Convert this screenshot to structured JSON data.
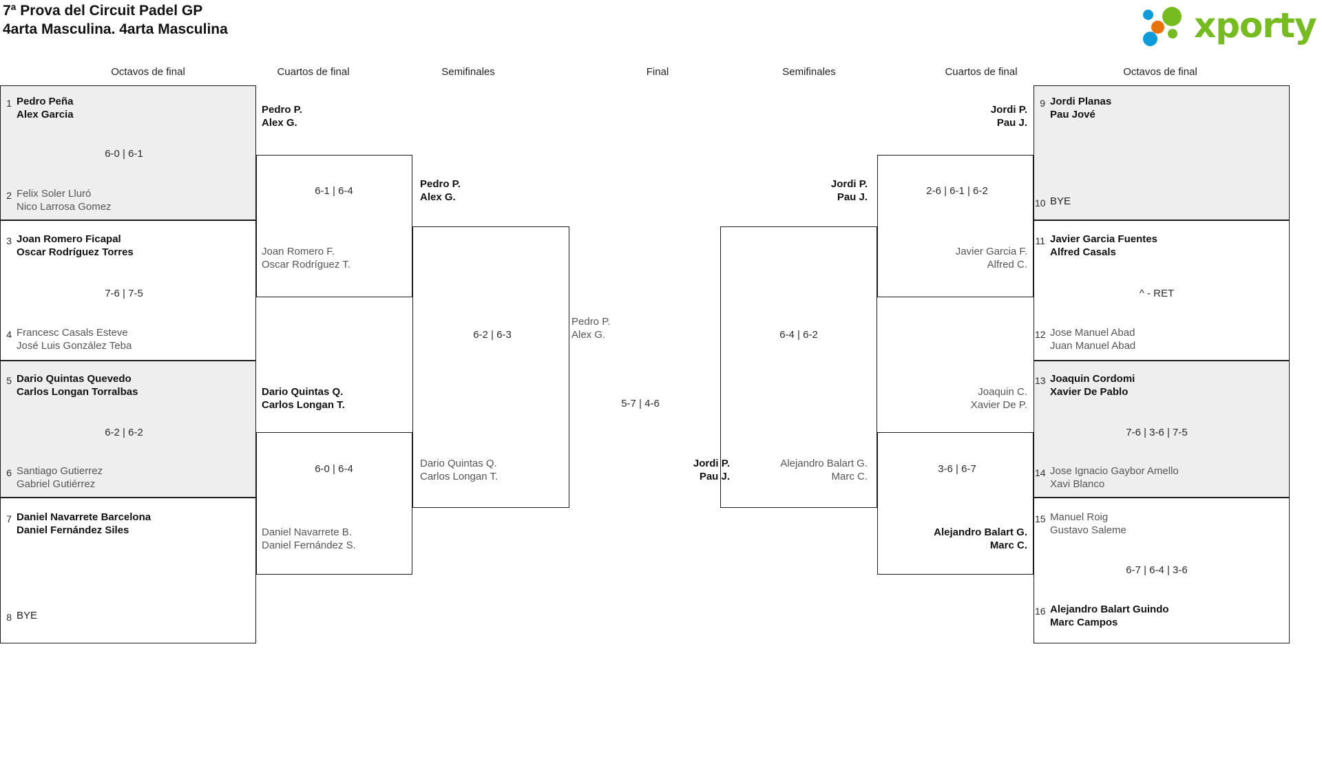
{
  "header": {
    "title_line1": "7ª Prova del Circuit Padel GP",
    "title_line2": "4arta Masculina. 4arta Masculina",
    "logo_text": "xporty",
    "logo_colors": {
      "green": "#76bc21",
      "blue": "#0f9ada",
      "orange": "#e8720c"
    }
  },
  "round_headers": {
    "left_r16": "Octavos de final",
    "left_qf": "Cuartos de final",
    "left_sf": "Semifinales",
    "final": "Final",
    "right_sf": "Semifinales",
    "right_qf": "Cuartos de final",
    "right_r16": "Octavos de final"
  },
  "bye_label": "BYE",
  "left": {
    "r16": [
      {
        "seed": "1",
        "p1": "Pedro Peña",
        "p2": "Alex Garcia",
        "winner": true
      },
      {
        "seed": "2",
        "p1": "Felix Soler Lluró",
        "p2": "Nico Larrosa Gomez",
        "winner": false
      },
      {
        "seed": "3",
        "p1": "Joan Romero Ficapal",
        "p2": "Oscar Rodríguez Torres",
        "winner": true
      },
      {
        "seed": "4",
        "p1": "Francesc Casals Esteve",
        "p2": "José Luis González Teba",
        "winner": false
      },
      {
        "seed": "5",
        "p1": "Dario Quintas Quevedo",
        "p2": "Carlos Longan Torralbas",
        "winner": true
      },
      {
        "seed": "6",
        "p1": "Santiago Gutierrez",
        "p2": "Gabriel Gutiérrez",
        "winner": false
      },
      {
        "seed": "7",
        "p1": "Daniel Navarrete Barcelona",
        "p2": "Daniel Fernández Siles",
        "winner": true
      },
      {
        "seed": "8",
        "p1": "BYE",
        "p2": "",
        "winner": false,
        "is_bye": true
      }
    ],
    "r16_scores": [
      "6-0 | 6-1",
      "7-6 | 7-5",
      "6-2 | 6-2",
      ""
    ],
    "qf": [
      {
        "p1": "Pedro P.",
        "p2": "Alex G.",
        "winner": true
      },
      {
        "p1": "Joan Romero F.",
        "p2": "Oscar Rodríguez T.",
        "winner": false
      },
      {
        "p1": "Dario Quintas Q.",
        "p2": "Carlos Longan T.",
        "winner": true
      },
      {
        "p1": "Daniel Navarrete B.",
        "p2": "Daniel Fernández S.",
        "winner": false
      }
    ],
    "qf_scores": [
      "6-1 | 6-4",
      "6-0 | 6-4"
    ],
    "sf": [
      {
        "p1": "Pedro P.",
        "p2": "Alex G.",
        "winner": true
      },
      {
        "p1": "Dario Quintas Q.",
        "p2": "Carlos Longan T.",
        "winner": false
      }
    ],
    "sf_scores": [
      "6-2 | 6-3"
    ]
  },
  "right": {
    "r16": [
      {
        "seed": "9",
        "p1": "Jordi Planas",
        "p2": "Pau Jové",
        "winner": true
      },
      {
        "seed": "10",
        "p1": "BYE",
        "p2": "",
        "winner": false,
        "is_bye": true
      },
      {
        "seed": "11",
        "p1": "Javier Garcia Fuentes",
        "p2": "Alfred Casals",
        "winner": true
      },
      {
        "seed": "12",
        "p1": "Jose Manuel Abad",
        "p2": "Juan Manuel Abad",
        "winner": false
      },
      {
        "seed": "13",
        "p1": "Joaquin Cordomi",
        "p2": "Xavier De Pablo",
        "winner": true
      },
      {
        "seed": "14",
        "p1": "Jose Ignacio Gaybor Amello",
        "p2": "Xavi Blanco",
        "winner": false
      },
      {
        "seed": "15",
        "p1": "Manuel Roig",
        "p2": "Gustavo Saleme",
        "winner": false
      },
      {
        "seed": "16",
        "p1": "Alejandro Balart Guindo",
        "p2": "Marc Campos",
        "winner": true
      }
    ],
    "r16_scores": [
      "",
      "^ - RET",
      "7-6 | 3-6 | 7-5",
      "6-7 | 6-4 | 3-6"
    ],
    "qf": [
      {
        "p1": "Jordi P.",
        "p2": "Pau J.",
        "winner": true
      },
      {
        "p1": "Javier Garcia F.",
        "p2": "Alfred C.",
        "winner": false
      },
      {
        "p1": "Joaquin C.",
        "p2": "Xavier De P.",
        "winner": false
      },
      {
        "p1": "Alejandro Balart G.",
        "p2": "Marc C.",
        "winner": true
      }
    ],
    "qf_scores": [
      "2-6 | 6-1 | 6-2",
      "3-6 | 6-7"
    ],
    "sf": [
      {
        "p1": "Jordi P.",
        "p2": "Pau J.",
        "winner": true
      },
      {
        "p1": "Alejandro Balart G.",
        "p2": "Marc C.",
        "winner": false
      }
    ],
    "sf_scores": [
      "6-4 | 6-2"
    ]
  },
  "final": {
    "top": {
      "p1": "Pedro P.",
      "p2": "Alex G.",
      "winner": false
    },
    "bottom": {
      "p1": "Jordi P.",
      "p2": "Pau J.",
      "winner": true
    },
    "score": "5-7 | 4-6"
  }
}
